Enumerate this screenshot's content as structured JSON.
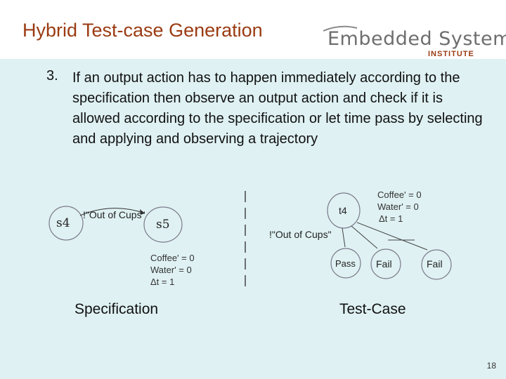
{
  "header": {
    "title": "Hybrid Test-case Generation",
    "logo_main": "Embedded Systems",
    "logo_sub": "INSTITUTE"
  },
  "body": {
    "item_number": "3.",
    "item_text": "If an output action has to happen immediately according to the specification then observe an output action and check if it is allowed according to the specification or let time pass by selecting and applying and observing a trajectory"
  },
  "specification": {
    "state_from": "s4",
    "state_to": "s5",
    "transition_label": "!\"Out of Cups\"",
    "trajectory": [
      "Coffee' = 0",
      "Water' = 0",
      "Δt = 1"
    ],
    "caption": "Specification"
  },
  "test_case": {
    "root": "t4",
    "output_label": "!\"Out of Cups\"",
    "trajectory": [
      "Coffee' = 0",
      "Water' = 0",
      "Δt = 1"
    ],
    "pass_label": "Pass",
    "fail_label_1": "Fail",
    "fail_label_2": "Fail",
    "caption": "Test-Case"
  },
  "slide_number": "18",
  "colors": {
    "title": "#9a3b12",
    "background": "#dff1f3",
    "node_stroke": "#7a7a8a"
  }
}
